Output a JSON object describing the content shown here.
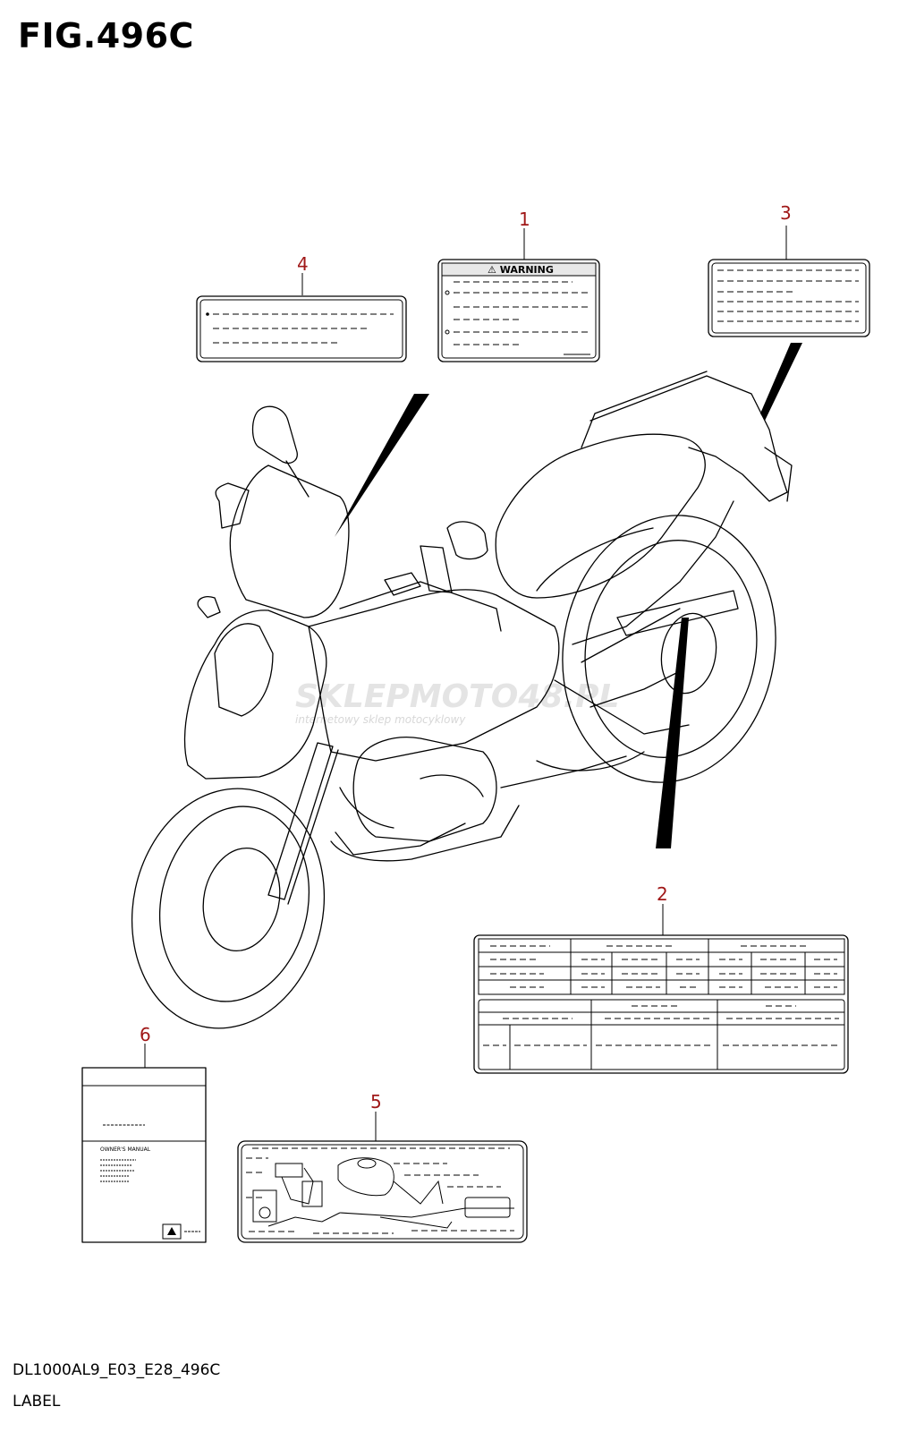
{
  "figure": {
    "title": "FIG.496C",
    "code": "DL1000AL9_E03_E28_496C",
    "name": "LABEL"
  },
  "watermark": {
    "brand": "SKLEPMOTO48.PL",
    "tagline": "internetowy sklep motocyklowy"
  },
  "callouts": [
    {
      "label": "1"
    },
    {
      "label": "2"
    },
    {
      "label": "3"
    },
    {
      "label": "4"
    },
    {
      "label": "5"
    },
    {
      "label": "6"
    }
  ],
  "labels": {
    "warning_text": "⚠ WARNING",
    "manual_title": "OWNER'S MANUAL"
  }
}
